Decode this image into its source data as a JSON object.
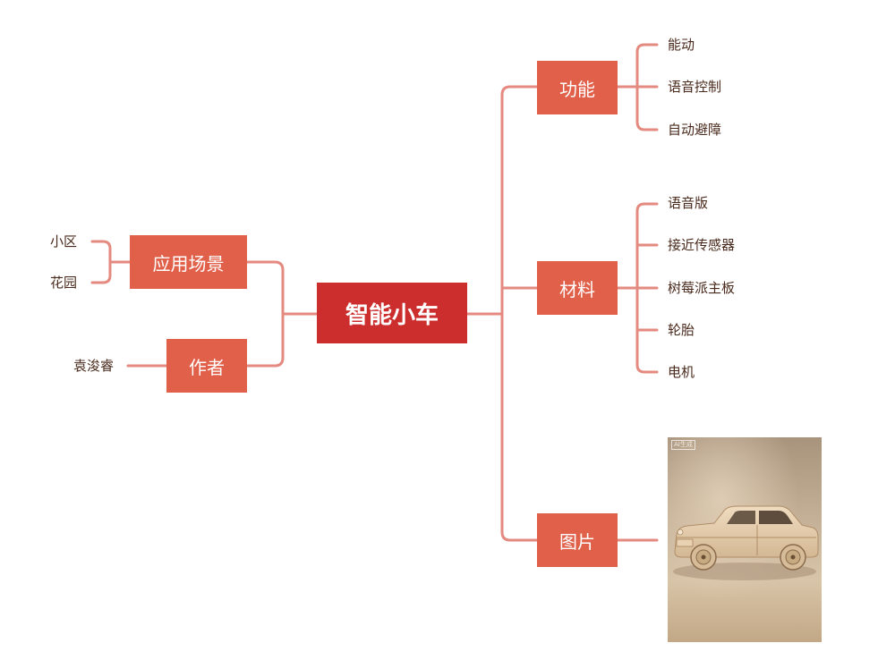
{
  "mindmap": {
    "root": "智能小车",
    "right_branches": [
      {
        "label": "功能",
        "children": [
          "能动",
          "语音控制",
          "自动避障"
        ]
      },
      {
        "label": "材料",
        "children": [
          "语音版",
          "接近传感器",
          "树莓派主板",
          "轮胎",
          "电机"
        ]
      },
      {
        "label": "图片",
        "image": "wooden-toy-car-photo"
      }
    ],
    "left_branches": [
      {
        "label": "应用场景",
        "children": [
          "小区",
          "花园"
        ]
      },
      {
        "label": "作者",
        "children": [
          "袁浚睿"
        ]
      }
    ],
    "image_badge": "AI生成"
  },
  "colors": {
    "root": "#cc2e2e",
    "branch": "#e0604a",
    "connector": "#e58a80",
    "leaf_text": "#4a2a1c"
  }
}
